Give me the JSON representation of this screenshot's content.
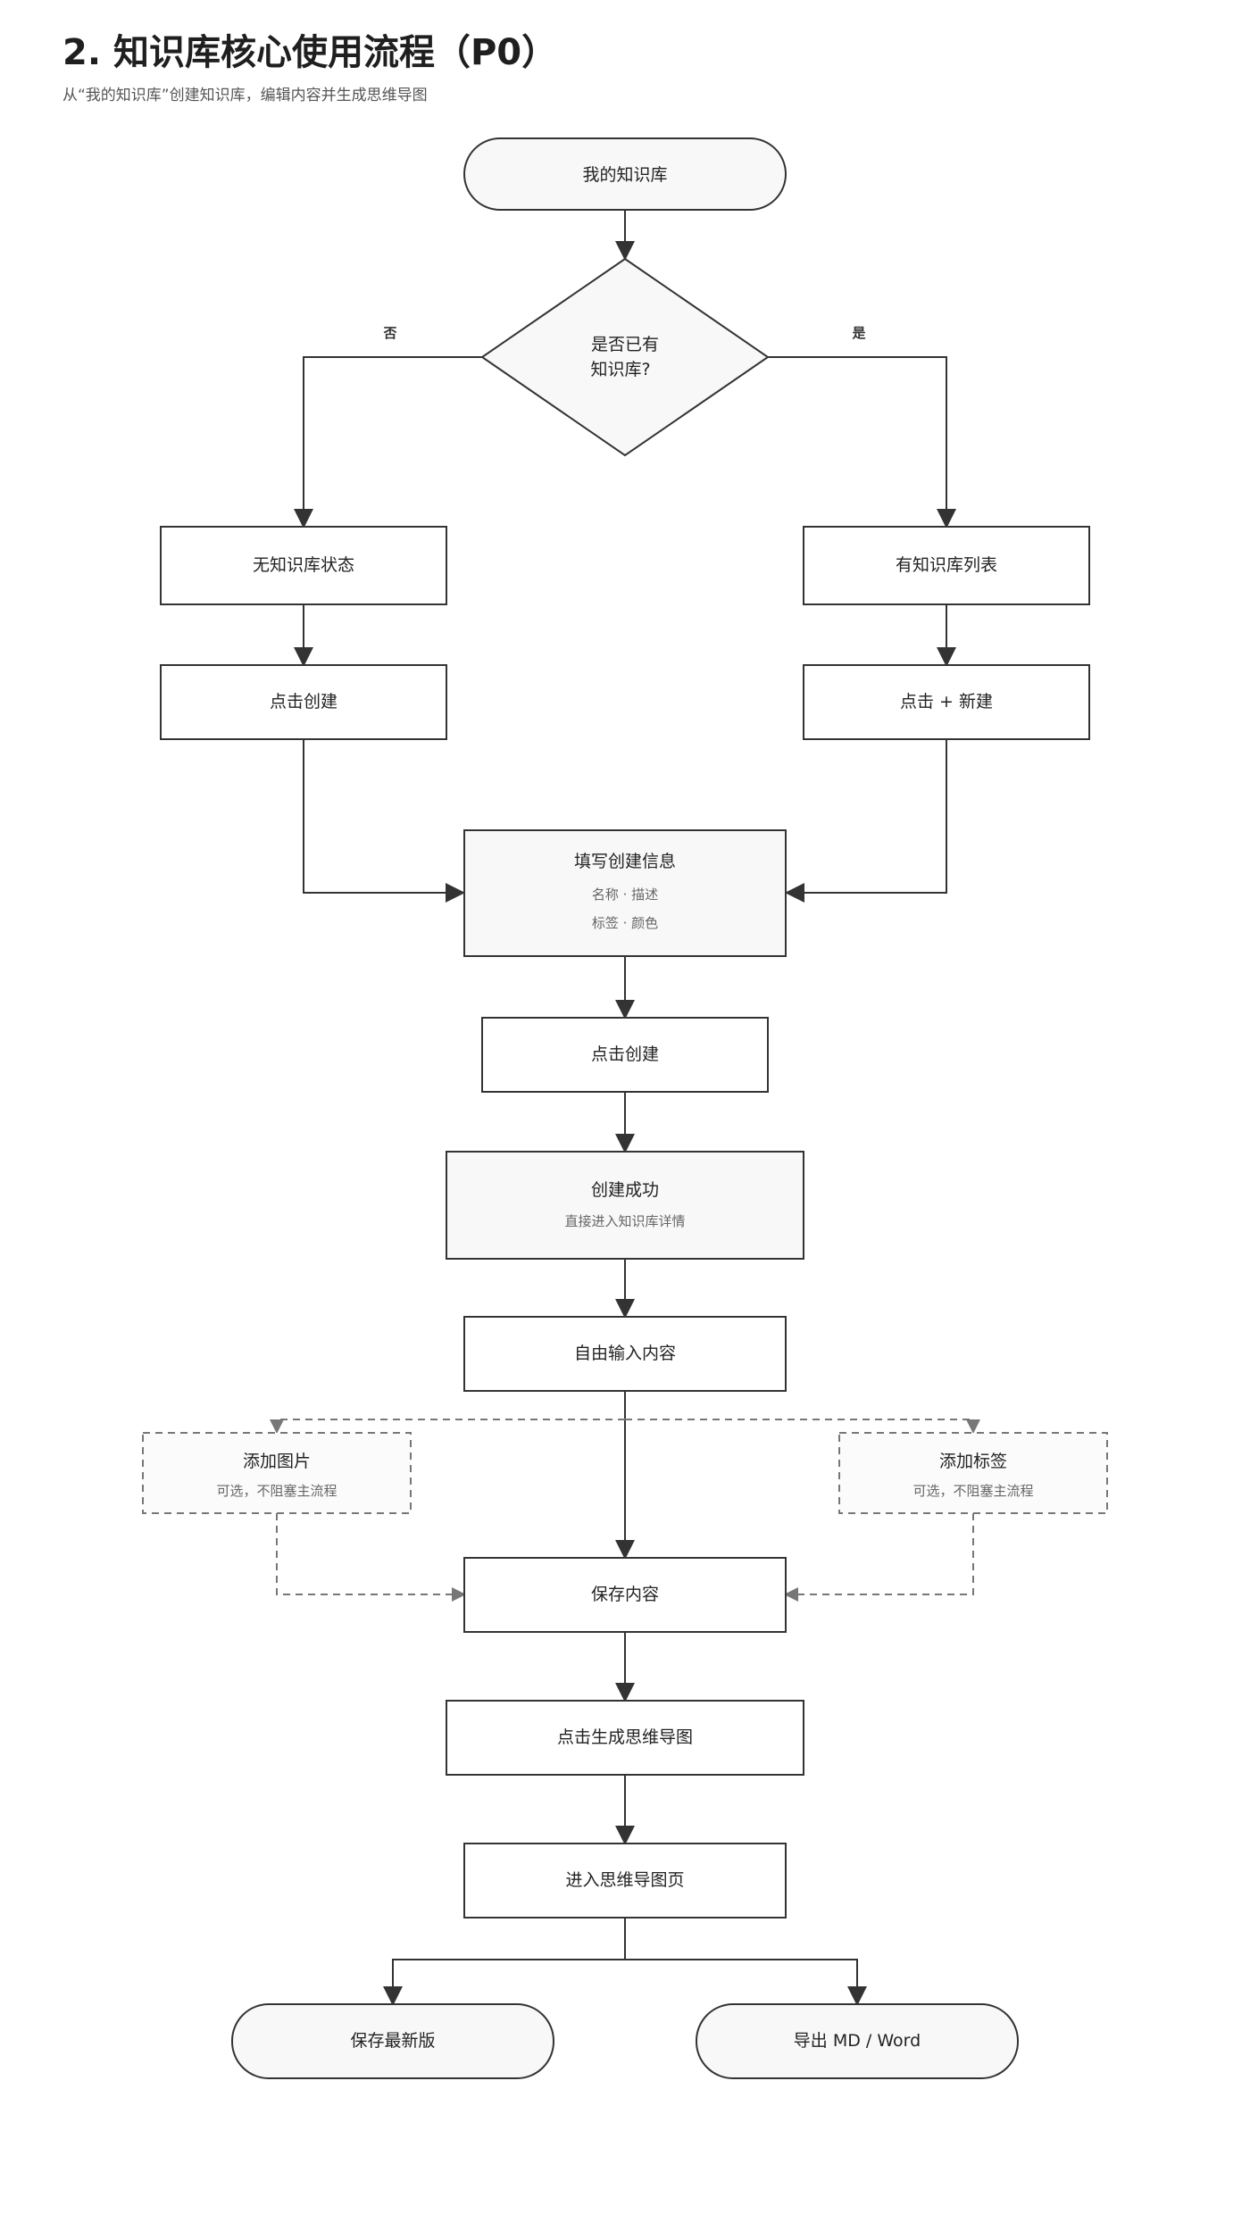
{
  "header": {
    "title": "2. 知识库核心使用流程（P0）",
    "subtitle": "从“我的知识库”创建知识库，编辑内容并生成思维导图"
  },
  "colors": {
    "stroke": "#333333",
    "node_fill": "#ffffff",
    "highlight_fill": "#f8f8f8",
    "dashed_stroke": "#777777"
  },
  "nodes": {
    "start": {
      "label": "我的知识库"
    },
    "decision": {
      "line1": "是否已有",
      "line2": "知识库?"
    },
    "no_kb_state": {
      "label": "无知识库状态"
    },
    "has_kb_list": {
      "label": "有知识库列表"
    },
    "click_create_left": {
      "label": "点击创建"
    },
    "click_new_right": {
      "label": "点击 + 新建"
    },
    "fill_info": {
      "label": "填写创建信息",
      "sub1": "名称 · 描述",
      "sub2": "标签 · 颜色"
    },
    "click_create_center": {
      "label": "点击创建"
    },
    "create_success": {
      "label": "创建成功",
      "sub": "直接进入知识库详情"
    },
    "free_input": {
      "label": "自由输入内容"
    },
    "add_image": {
      "label": "添加图片",
      "sub": "可选，不阻塞主流程"
    },
    "add_tag": {
      "label": "添加标签",
      "sub": "可选，不阻塞主流程"
    },
    "save_content": {
      "label": "保存内容"
    },
    "gen_mindmap": {
      "label": "点击生成思维导图"
    },
    "enter_mindmap": {
      "label": "进入思维导图页"
    },
    "save_latest": {
      "label": "保存最新版"
    },
    "export": {
      "label": "导出 MD / Word"
    }
  },
  "edges": {
    "no_label": "否",
    "yes_label": "是"
  }
}
